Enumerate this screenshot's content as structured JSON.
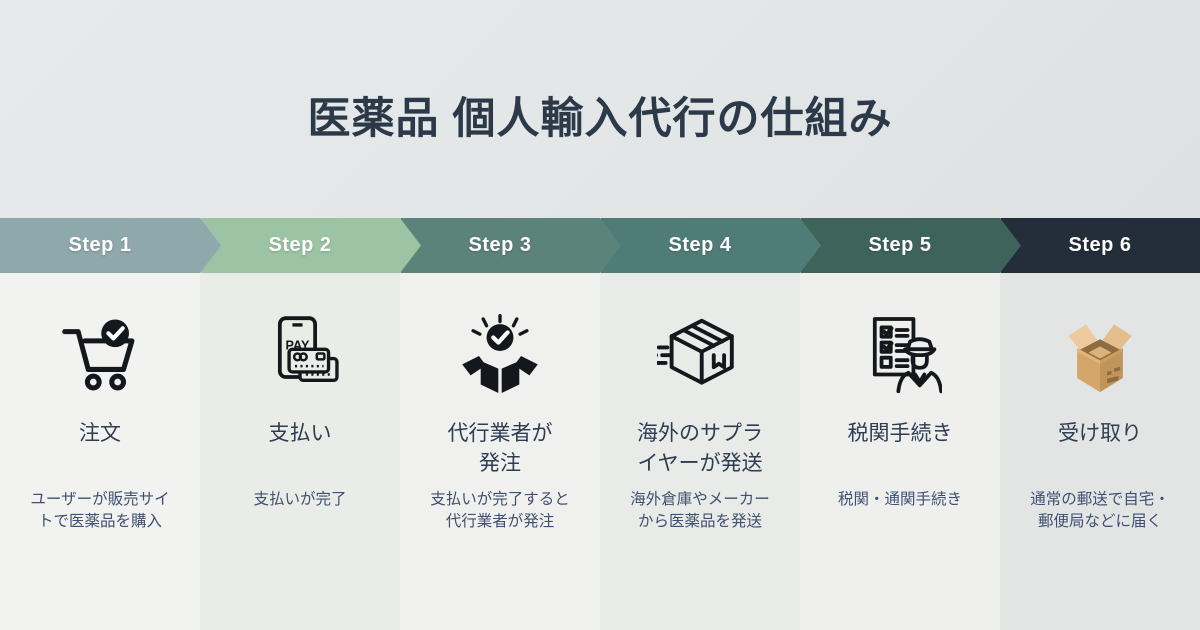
{
  "title": "医薬品 個人輸入代行の仕組み",
  "steps": [
    {
      "label": "Step 1",
      "header_color": "#8ea8ab",
      "body_color": "#f2f2f0",
      "icon": "cart-check-icon",
      "title": "注文",
      "description": "ユーザーが販売サイ\nトで医薬品を購入"
    },
    {
      "label": "Step 2",
      "header_color": "#9cc3a4",
      "body_color": "#eaece7",
      "icon": "phone-pay-icon",
      "pay_text": "PAY",
      "title": "支払い",
      "description": "支払いが完了"
    },
    {
      "label": "Step 3",
      "header_color": "#5b8379",
      "body_color": "#f0f1ef",
      "icon": "box-check-icon",
      "title": "代行業者が\n発注",
      "description": "支払いが完了すると\n代行業者が発注"
    },
    {
      "label": "Step 4",
      "header_color": "#4f7c77",
      "body_color": "#e8ebe7",
      "icon": "shipping-box-icon",
      "title": "海外のサプラ\nイヤーが発送",
      "description": "海外倉庫やメーカー\nから医薬品を発送"
    },
    {
      "label": "Step 5",
      "header_color": "#3e635a",
      "body_color": "#eff0ee",
      "icon": "customs-officer-icon",
      "title": "税関手続き",
      "description": "税関・通関手続き"
    },
    {
      "label": "Step 6",
      "header_color": "#232e3a",
      "body_color": "#e3e5e4",
      "icon": "open-carton-icon",
      "title": "受け取り",
      "description": "通常の郵送で自宅・\n郵便局などに届く"
    }
  ],
  "colors": {
    "background_top": "#e7eaea",
    "background_bottom": "#dadde0",
    "title_text": "#2b3948",
    "step_label_text": "#ffffff",
    "column_title_text": "#2e3d52",
    "description_text": "#3f5070",
    "icon_ink": "#14171b",
    "carton_light": "#ecca9d",
    "carton_mid": "#d3a66c",
    "carton_dark": "#c1945c",
    "carton_interior": "#8f6b40"
  }
}
